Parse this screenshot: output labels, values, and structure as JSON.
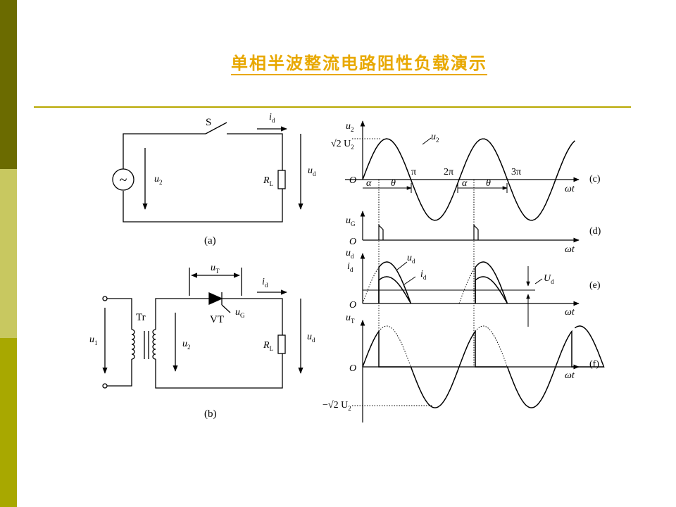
{
  "slide": {
    "title": "单相半波整流电路阻性负载演示",
    "colors": {
      "bar_dark": "#6b6b00",
      "bar_light": "#c8c860",
      "bar_mid": "#a8a800",
      "title": "#e8a800",
      "rule": "#b8a800"
    }
  },
  "circuit_a": {
    "switch": "S",
    "current": "i",
    "current_sub": "d",
    "source_voltage": "u",
    "source_voltage_sub": "2",
    "load": "R",
    "load_sub": "L",
    "load_voltage": "u",
    "load_voltage_sub": "d",
    "source_symbol": "~",
    "caption": "(a)"
  },
  "circuit_b": {
    "thyristor_voltage": "u",
    "thyristor_voltage_sub": "T",
    "thyristor": "VT",
    "gate": "u",
    "gate_sub": "G",
    "current": "i",
    "current_sub": "d",
    "transformer": "Tr",
    "primary": "u",
    "primary_sub": "1",
    "secondary": "u",
    "secondary_sub": "2",
    "load": "R",
    "load_sub": "L",
    "load_voltage": "u",
    "load_voltage_sub": "d",
    "caption": "(b)"
  },
  "waveforms": {
    "c": {
      "ylabel": "u",
      "ylabel_sub": "2",
      "peak": "√2 U",
      "peak_sub": "2",
      "curve": "u",
      "curve_sub": "2",
      "origin": "O",
      "pi": "π",
      "two_pi": "2π",
      "three_pi": "3π",
      "alpha": "α",
      "theta": "θ",
      "xlabel": "ωt",
      "tag": "(c)"
    },
    "d": {
      "ylabel": "u",
      "ylabel_sub": "G",
      "origin": "O",
      "xlabel": "ωt",
      "tag": "(d)"
    },
    "e": {
      "ylabel1": "u",
      "ylabel1_sub": "d",
      "ylabel2": "i",
      "ylabel2_sub": "d",
      "curve1": "u",
      "curve1_sub": "d",
      "curve2": "i",
      "curve2_sub": "d",
      "avg": "U",
      "avg_sub": "d",
      "origin": "O",
      "xlabel": "ωt",
      "tag": "(e)"
    },
    "f": {
      "ylabel": "u",
      "ylabel_sub": "T",
      "origin": "O",
      "neg_peak": "−√2 U",
      "neg_peak_sub": "2",
      "xlabel": "ωt",
      "tag": "(f)"
    }
  }
}
